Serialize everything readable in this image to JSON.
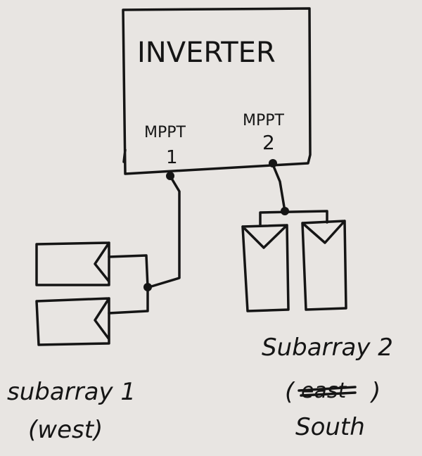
{
  "inverter": {
    "label": "INVERTER"
  },
  "mppt1": {
    "label": "MPPT",
    "number": "1"
  },
  "mppt2": {
    "label": "MPPT",
    "number": "2"
  },
  "subarray1": {
    "label": "subarray 1",
    "orientation": "(west)"
  },
  "subarray2": {
    "label": "Subarray 2",
    "crossed_out": "east",
    "paren_open": "(",
    "paren_close": ")",
    "orientation": "South"
  }
}
